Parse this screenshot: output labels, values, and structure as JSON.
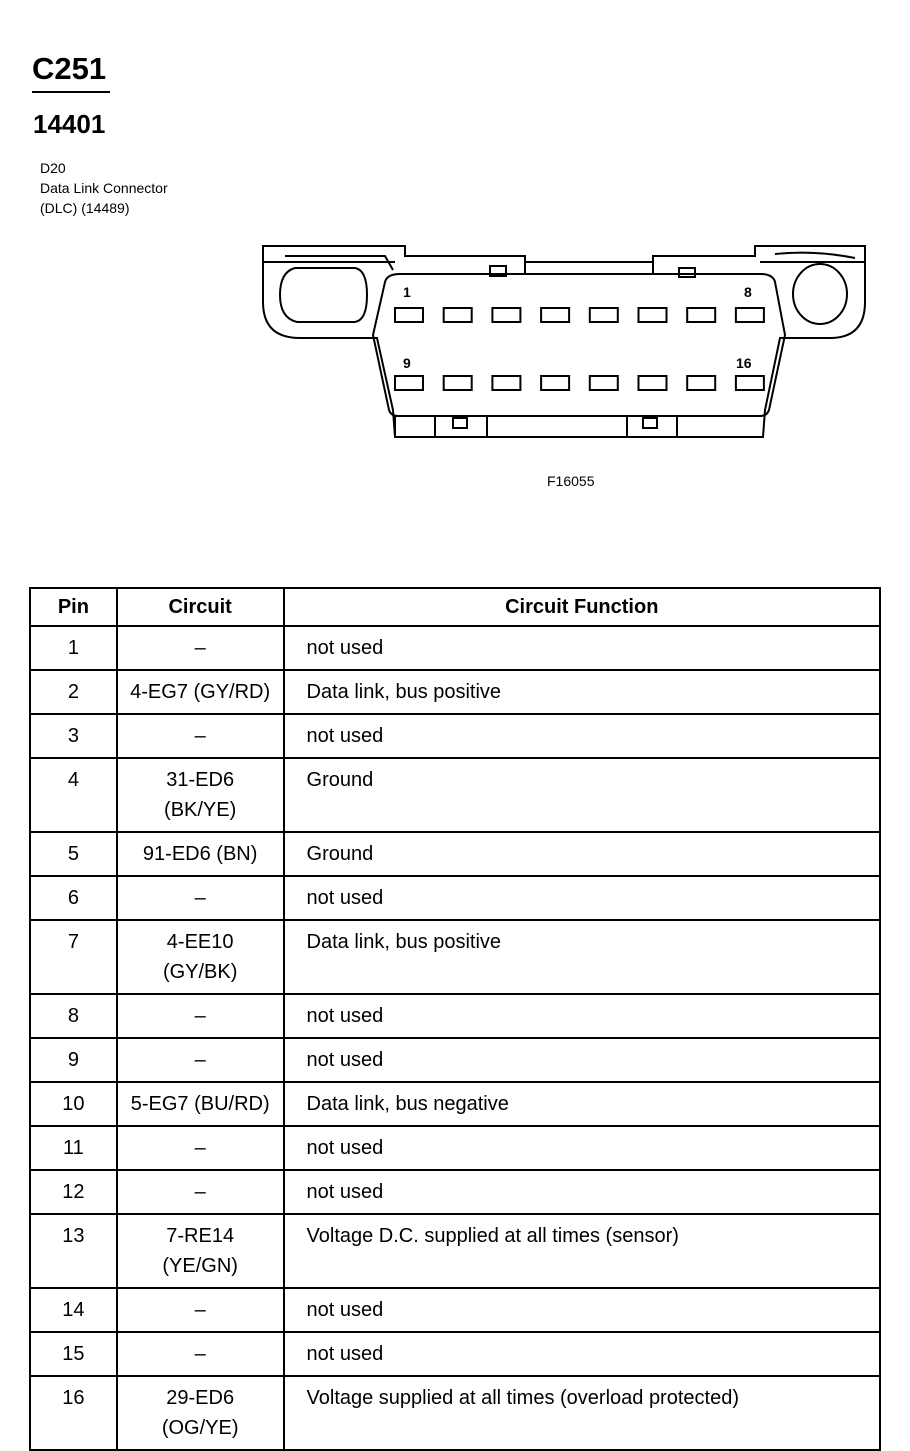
{
  "connector": {
    "id": "C251",
    "part_number": "14401",
    "location": "D20",
    "name": "Data Link Connector",
    "name_code": "(DLC) (14489)"
  },
  "diagram": {
    "pin_labels": [
      "1",
      "8",
      "9",
      "16"
    ],
    "figure_code": "F16055"
  },
  "table": {
    "headers": {
      "pin": "Pin",
      "circuit": "Circuit",
      "function": "Circuit Function"
    },
    "rows": [
      {
        "pin": "1",
        "circuit": [
          "–"
        ],
        "function": "not used"
      },
      {
        "pin": "2",
        "circuit": [
          "4-EG7 (GY/RD)"
        ],
        "function": "Data link, bus positive"
      },
      {
        "pin": "3",
        "circuit": [
          "–"
        ],
        "function": "not used"
      },
      {
        "pin": "4",
        "circuit": [
          "31-ED6",
          "(BK/YE)"
        ],
        "function": "Ground"
      },
      {
        "pin": "5",
        "circuit": [
          "91-ED6 (BN)"
        ],
        "function": "Ground"
      },
      {
        "pin": "6",
        "circuit": [
          "–"
        ],
        "function": "not used"
      },
      {
        "pin": "7",
        "circuit": [
          "4-EE10",
          "(GY/BK)"
        ],
        "function": "Data link, bus positive"
      },
      {
        "pin": "8",
        "circuit": [
          "–"
        ],
        "function": "not used"
      },
      {
        "pin": "9",
        "circuit": [
          "–"
        ],
        "function": "not used"
      },
      {
        "pin": "10",
        "circuit": [
          "5-EG7 (BU/RD)"
        ],
        "function": "Data link, bus negative"
      },
      {
        "pin": "11",
        "circuit": [
          "–"
        ],
        "function": "not used"
      },
      {
        "pin": "12",
        "circuit": [
          "–"
        ],
        "function": "not used"
      },
      {
        "pin": "13",
        "circuit": [
          "7-RE14",
          "(YE/GN)"
        ],
        "function": "Voltage D.C. supplied at all times (sensor)"
      },
      {
        "pin": "14",
        "circuit": [
          "–"
        ],
        "function": "not used"
      },
      {
        "pin": "15",
        "circuit": [
          "–"
        ],
        "function": "not used"
      },
      {
        "pin": "16",
        "circuit": [
          "29-ED6",
          "(OG/YE)"
        ],
        "function": "Voltage supplied at all times (overload protected)"
      }
    ]
  }
}
